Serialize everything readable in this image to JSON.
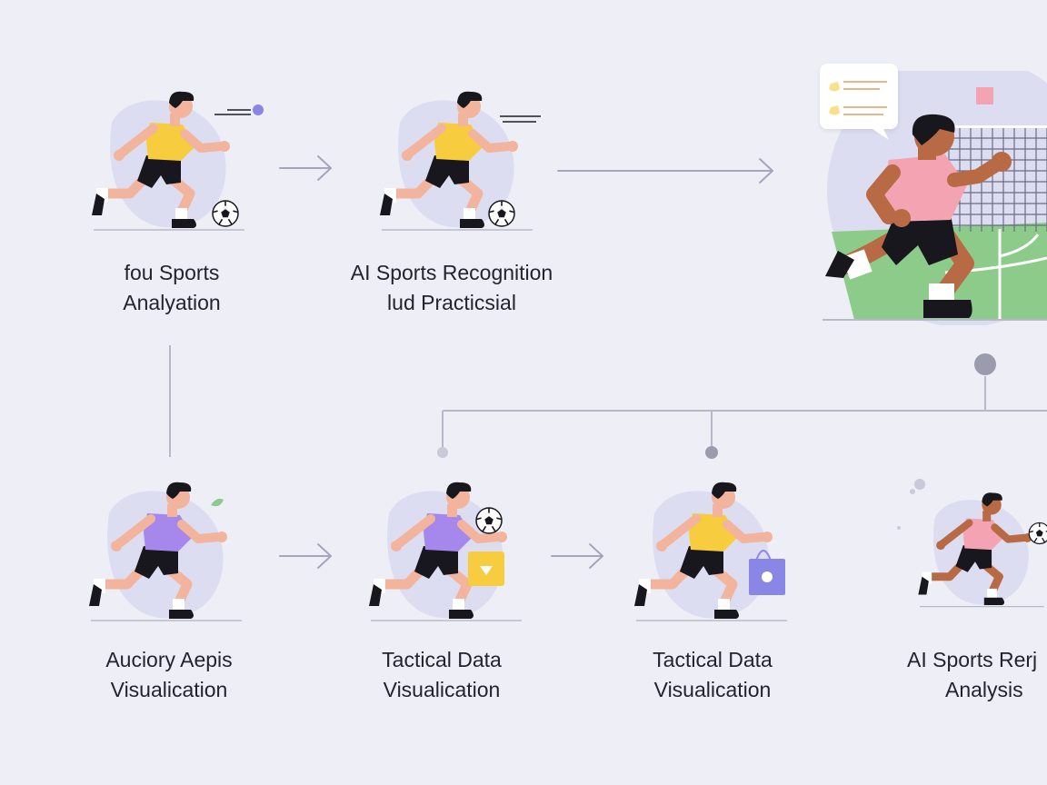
{
  "steps": [
    {
      "line1": "fou Sports",
      "line2": "Analyation",
      "shirt": "#f7cc3e",
      "skin": "#f2b49c"
    },
    {
      "line1": "AI Sports Recognition",
      "line2": "lud Practicsial",
      "shirt": "#f7cc3e",
      "skin": "#f2b49c"
    },
    {
      "line1": "",
      "line2": "",
      "shirt": "#f4a3b3",
      "skin": "#b86a45"
    },
    {
      "line1": "Auciory Aepis",
      "line2": "Visualication",
      "shirt": "#a688ec",
      "skin": "#f2b49c"
    },
    {
      "line1": "Tactical Data",
      "line2": "Visualication",
      "shirt": "#a688ec",
      "skin": "#f2b49c"
    },
    {
      "line1": "Tactical Data",
      "line2": "Visualication",
      "shirt": "#f7cc3e",
      "skin": "#f2b49c"
    },
    {
      "line1": "AI Sports Rerj",
      "line2": "Analysis",
      "shirt": "#f4a3b3",
      "skin": "#b86a45"
    }
  ],
  "colors": {
    "background": "#eeeff6",
    "connector": "#b8b9c8",
    "arrow": "#a4a6be",
    "shorts": "#17171d",
    "hair": "#17171d",
    "blob": "#dcddf0",
    "pitch": "#8ccb8a",
    "chart_yellow": "#f7cc3e",
    "chart_purple": "#8a86e6",
    "accent_dot": "#8a86e6"
  }
}
